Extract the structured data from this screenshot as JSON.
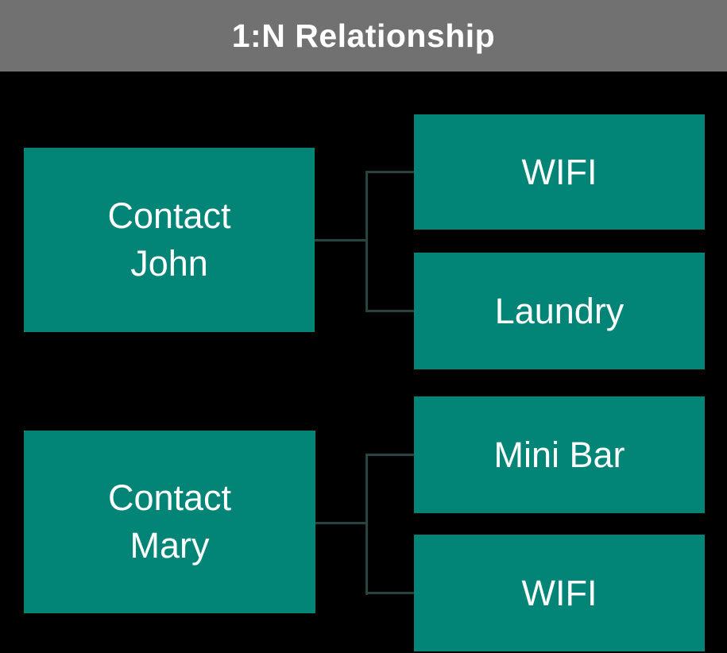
{
  "title": "1:N Relationship",
  "colors": {
    "header_bg": "#717171",
    "background": "#000000",
    "node_fill": "#028577",
    "connector": "#264541",
    "text": "#FFFFFF"
  },
  "diagram": {
    "type": "hierarchy",
    "groups": [
      {
        "parent": {
          "label": "Contact John",
          "line1": "Contact",
          "line2": "John"
        },
        "children": [
          {
            "label": "WIFI"
          },
          {
            "label": "Laundry"
          }
        ]
      },
      {
        "parent": {
          "label": "Contact Mary",
          "line1": "Contact",
          "line2": "Mary"
        },
        "children": [
          {
            "label": "Mini Bar"
          },
          {
            "label": "WIFI"
          }
        ]
      }
    ]
  }
}
